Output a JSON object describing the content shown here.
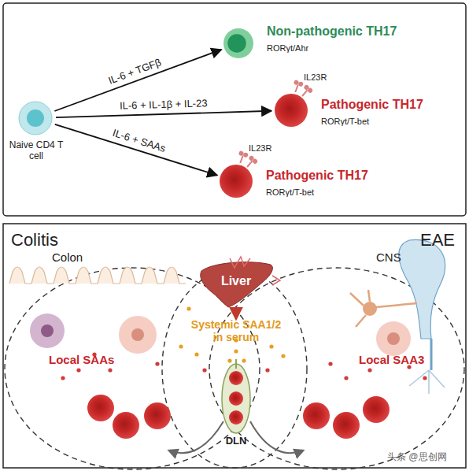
{
  "diagram": {
    "nodes": [
      {
        "text": [
          "Naive CD4 T cell"
        ]
      },
      {
        "text": [
          "Non-pathogenic TH17",
          "RORγt/Ahr"
        ]
      },
      {
        "text": [
          "IL23R",
          "Pathogenic TH17",
          "RORγt/T-bet"
        ]
      },
      {
        "text": [
          "IL23R",
          "Pathogenic TH17",
          "RORγt/T-bet"
        ]
      },
      {
        "text": [
          "Liver"
        ]
      },
      {
        "text": [
          "DLN"
        ]
      }
    ],
    "edges": [
      {
        "from": 0,
        "to": 1,
        "label": "IL-6 + TGFβ",
        "arrow": "to"
      },
      {
        "from": 0,
        "to": 2,
        "label": "IL-6 + IL-1β + IL-23",
        "arrow": "to"
      },
      {
        "from": 0,
        "to": 3,
        "label": "IL-6 + SAAs",
        "arrow": "to"
      }
    ],
    "labels": [
      "Colitis",
      "EAE",
      "Colon",
      "CNS",
      "Local SAAs",
      "Systemic SAA1/2 in serum",
      "Local SAA3",
      "头条 @思创网"
    ]
  }
}
